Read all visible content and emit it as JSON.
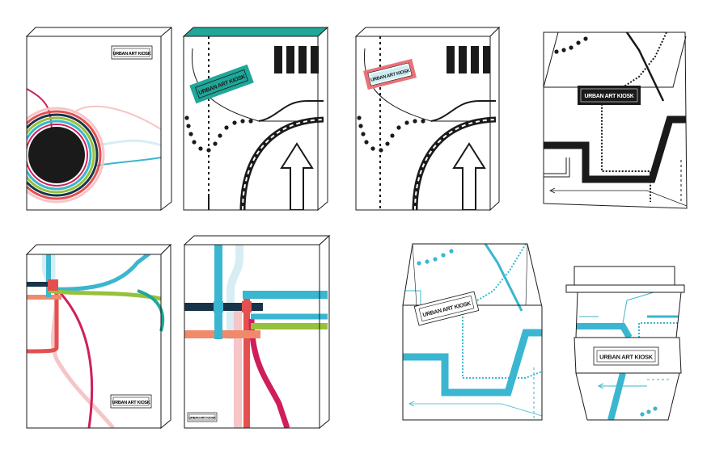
{
  "brand": {
    "logo_text": "URBAN ART KIOSK"
  },
  "colors": {
    "teal": "#1fa79a",
    "cyan": "#3bb6d0",
    "navy": "#17344a",
    "salmon": "#f08a6a",
    "red": "#e4504f",
    "crimson": "#cf1f5a",
    "pink": "#f6c5c8",
    "lime": "#96c13a",
    "sky": "#d8edf3",
    "ink": "#1a1a1a"
  },
  "mockups": [
    {
      "kind": "box",
      "theme": "circles"
    },
    {
      "kind": "box",
      "theme": "teal-road"
    },
    {
      "kind": "box",
      "theme": "road"
    },
    {
      "kind": "bag",
      "theme": "ink-lines"
    },
    {
      "kind": "box",
      "theme": "metro-lines"
    },
    {
      "kind": "box",
      "theme": "metro-grid"
    },
    {
      "kind": "bag",
      "theme": "cyan-lines"
    },
    {
      "kind": "cup",
      "theme": "cyan-lines"
    }
  ]
}
